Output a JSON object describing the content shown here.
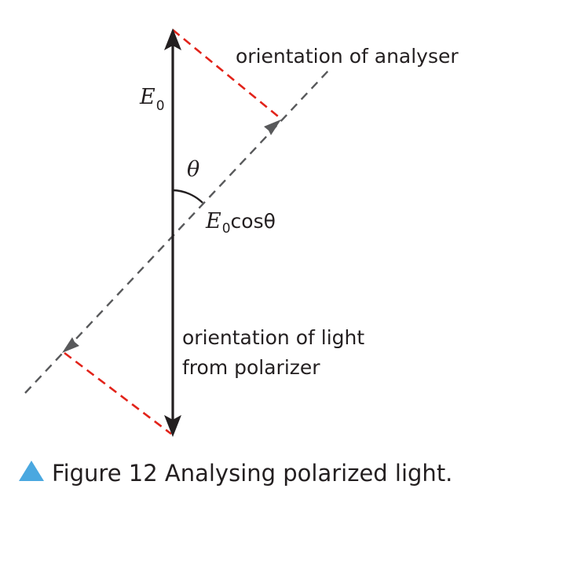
{
  "diagram": {
    "labels": {
      "analyser": "orientation of analyser",
      "light_line1": "orientation of light",
      "light_line2": "from polarizer",
      "e0_main": "E",
      "e0_sub": "0",
      "theta": "θ",
      "component_E": "E",
      "component_sub": "0",
      "component_rest": "cosθ"
    },
    "caption": {
      "text": "Figure 12 Analysing polarized light."
    },
    "colors": {
      "vector": "#231f20",
      "analyser_axis": "#58595b",
      "projection": "#e2231a",
      "caption_marker": "#4aa8e0"
    }
  }
}
